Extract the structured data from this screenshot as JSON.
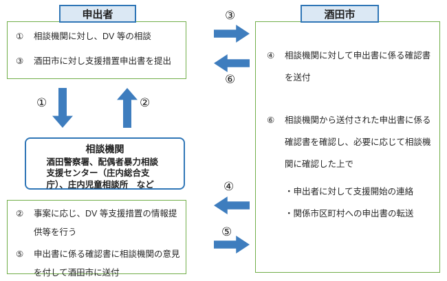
{
  "colors": {
    "header_fill": "#DBE8F4",
    "header_border": "#2E75B6",
    "green_border": "#70AD47",
    "arrow_blue": "#3E7DBE",
    "text": "#262626"
  },
  "applicant": {
    "title": "申出者",
    "items": [
      {
        "num": "①",
        "text": "相談機関に対し、DV 等の相談"
      },
      {
        "num": "③",
        "text": "酒田市に対し支援措置申出書を提出"
      }
    ]
  },
  "city": {
    "title": "酒田市",
    "items": [
      {
        "num": "④",
        "text": "相談機関に対して申出書に係る確認書を送付",
        "bullets": []
      },
      {
        "num": "⑥",
        "text": "相談機関から送付された申出書に係る確認書を確認し、必要に応じて相談機関に確認した上で",
        "bullets": [
          "・申出者に対して支援開始の連絡",
          "・関係市区町村への申出書の転送"
        ]
      }
    ]
  },
  "agency": {
    "title": "相談機関",
    "description": "酒田警察署、配偶者暴力相談支援センター（庄内総合支庁）、庄内児童相談所　など",
    "items": [
      {
        "num": "②",
        "text": "事案に応じ、DV 等支援措置の情報提供等を行う"
      },
      {
        "num": "⑤",
        "text": "申出書に係る確認書に相談機関の意見を付して酒田市に送付"
      }
    ]
  },
  "arrow_labels": {
    "step1": "①",
    "step2": "②",
    "step3": "③",
    "step4": "④",
    "step5": "⑤",
    "step6": "⑥"
  }
}
